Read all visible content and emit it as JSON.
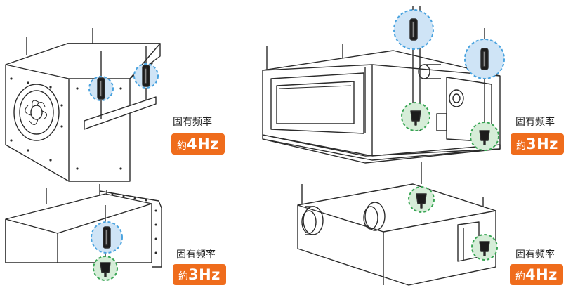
{
  "panels": [
    {
      "label": "固有频率",
      "badge_prefix": "約",
      "badge_value": "4Hz"
    },
    {
      "label": "固有频率",
      "badge_prefix": "約",
      "badge_value": "3Hz"
    },
    {
      "label": "固有频率",
      "badge_prefix": "約",
      "badge_value": "3Hz"
    },
    {
      "label": "固有频率",
      "badge_prefix": "約",
      "badge_value": "4Hz"
    }
  ],
  "colors": {
    "badge": "#ef6c1c",
    "spring_highlight": "#4aa3df",
    "damper_highlight": "#3aa655",
    "line": "#2b2b2b"
  },
  "icons": [
    "spring-hanger-icon",
    "rubber-damper-icon",
    "centrifugal-fan-icon"
  ]
}
